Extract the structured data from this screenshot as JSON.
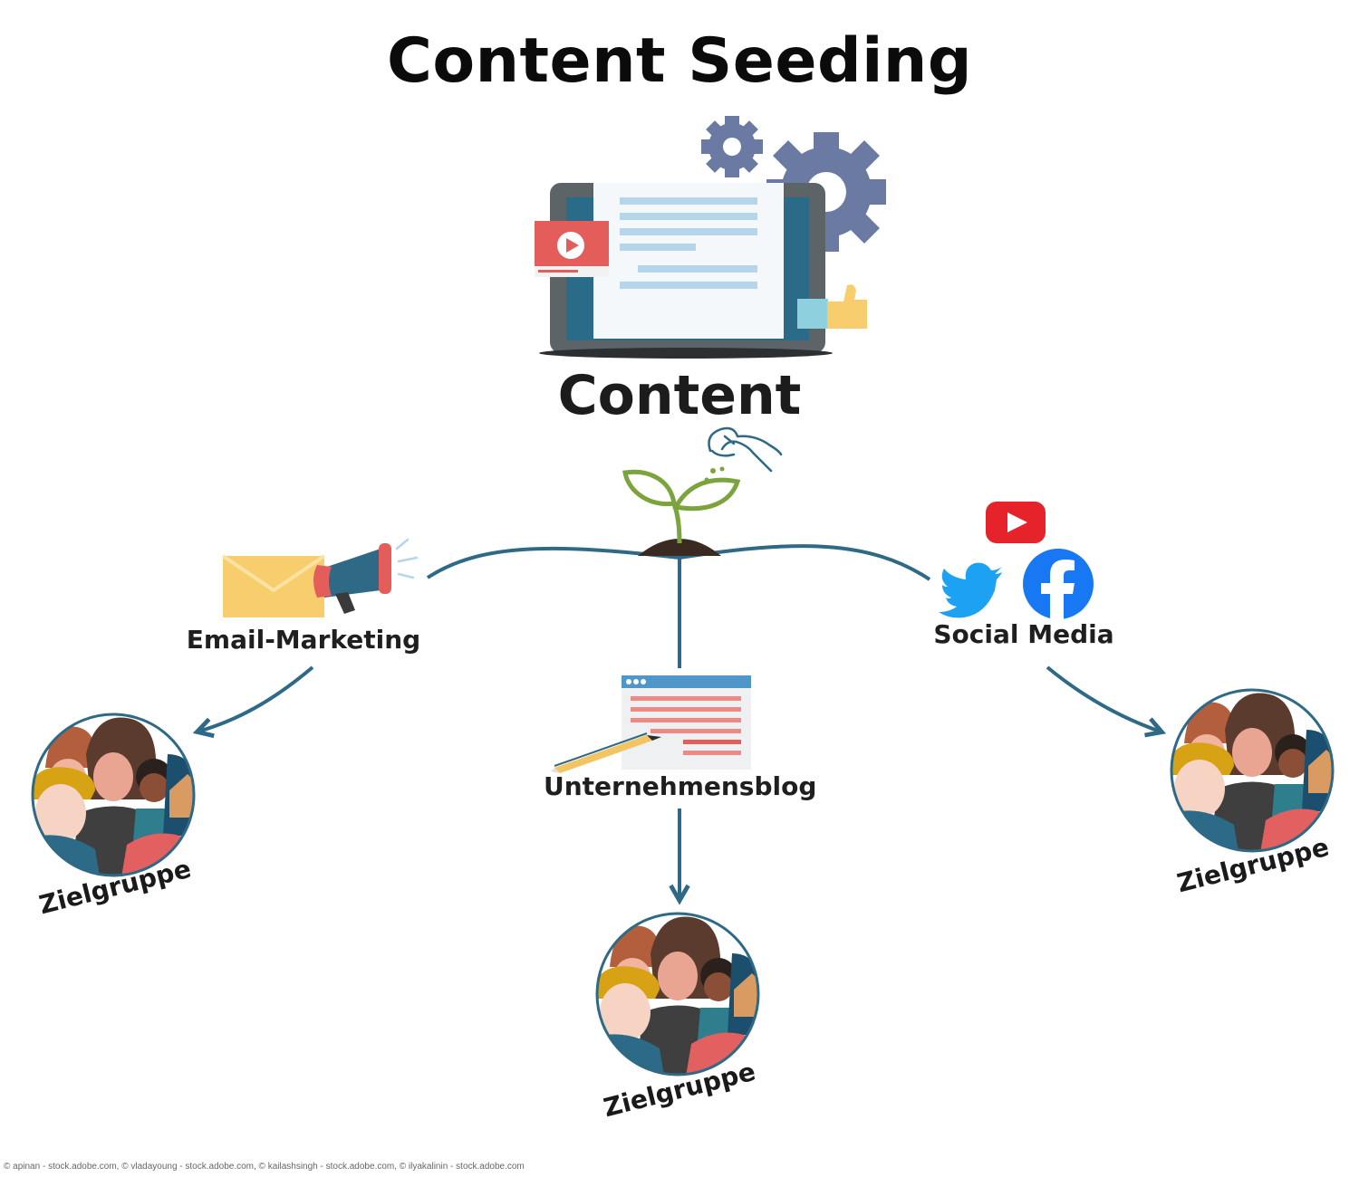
{
  "title": "Content Seeding",
  "content_label": "Content",
  "channels": {
    "email": "Email-Marketing",
    "blog": "Unternehmensblog",
    "social": "Social Media"
  },
  "targets": {
    "left": "Zielgruppe",
    "middle": "Zielgruppe",
    "right": "Zielgruppe"
  },
  "credits": "© apinan - stock.adobe.com, © vladayoung - stock.adobe.com, © kailashsingh - stock.adobe.com, © ilyakalinin - stock.adobe.com",
  "colors": {
    "connector": "#2e6986",
    "gear": "#6a7aa3",
    "video": "#e35d5b",
    "sprout": "#7ca43c",
    "youtube": "#e6232a",
    "twitter": "#1da1f2",
    "facebook": "#1877f2"
  }
}
